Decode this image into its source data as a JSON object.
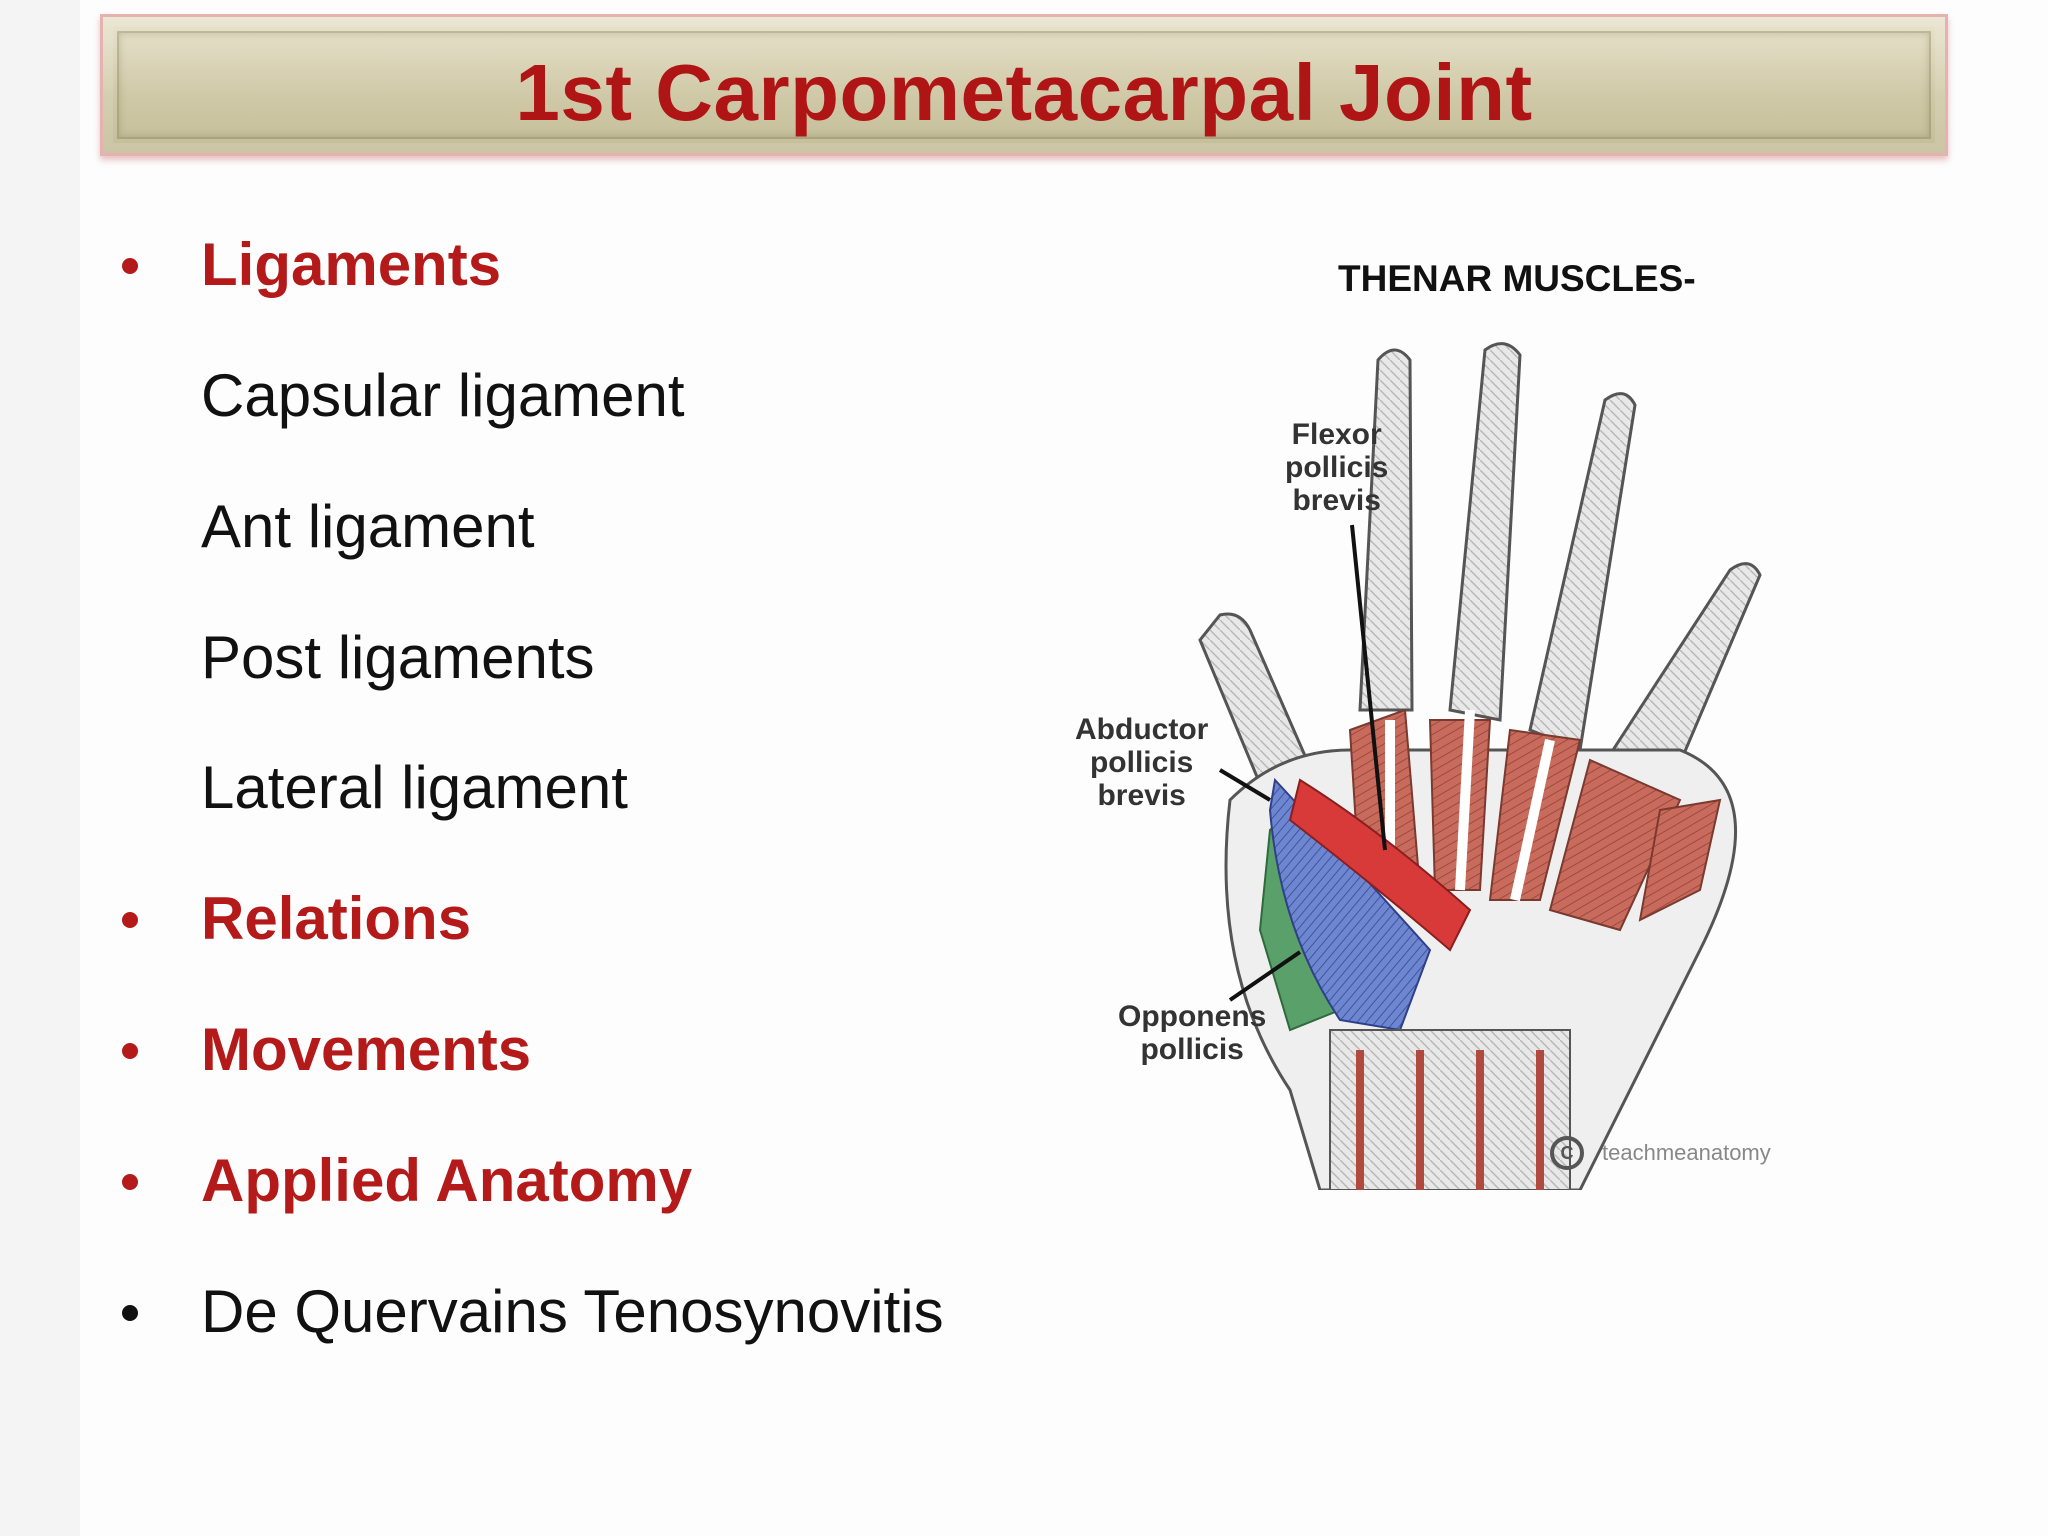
{
  "slide": {
    "title": "1st Carpometacarpal Joint",
    "items": [
      {
        "text": "Ligaments",
        "bullet": true,
        "heading": true
      },
      {
        "text": "Capsular ligament",
        "bullet": false,
        "heading": false
      },
      {
        "text": "Ant ligament",
        "bullet": false,
        "heading": false
      },
      {
        "text": "Post ligaments",
        "bullet": false,
        "heading": false
      },
      {
        "text": "Lateral ligament",
        "bullet": false,
        "heading": false
      },
      {
        "text": "Relations",
        "bullet": true,
        "heading": true
      },
      {
        "text": "Movements",
        "bullet": true,
        "heading": true
      },
      {
        "text": "Applied Anatomy",
        "bullet": true,
        "heading": true
      },
      {
        "text": "De Quervains Tenosynovitis",
        "bullet": true,
        "heading": false
      }
    ]
  },
  "figure": {
    "title": "THENAR MUSCLES-",
    "labels": {
      "fpb": "Flexor\npollicis\nbrevis",
      "apb": "Abductor\npollicis\nbrevis",
      "op": "Opponens\npollicis"
    },
    "watermark": "teachmeanatomy",
    "copyright_symbol": "C"
  },
  "colors": {
    "heading": "#b51a1a",
    "title": "#b01515",
    "muscle": "#c96b5c",
    "abductor": "#5a78c8",
    "opponens": "#5aa06a",
    "flexor": "#d83a3a"
  }
}
